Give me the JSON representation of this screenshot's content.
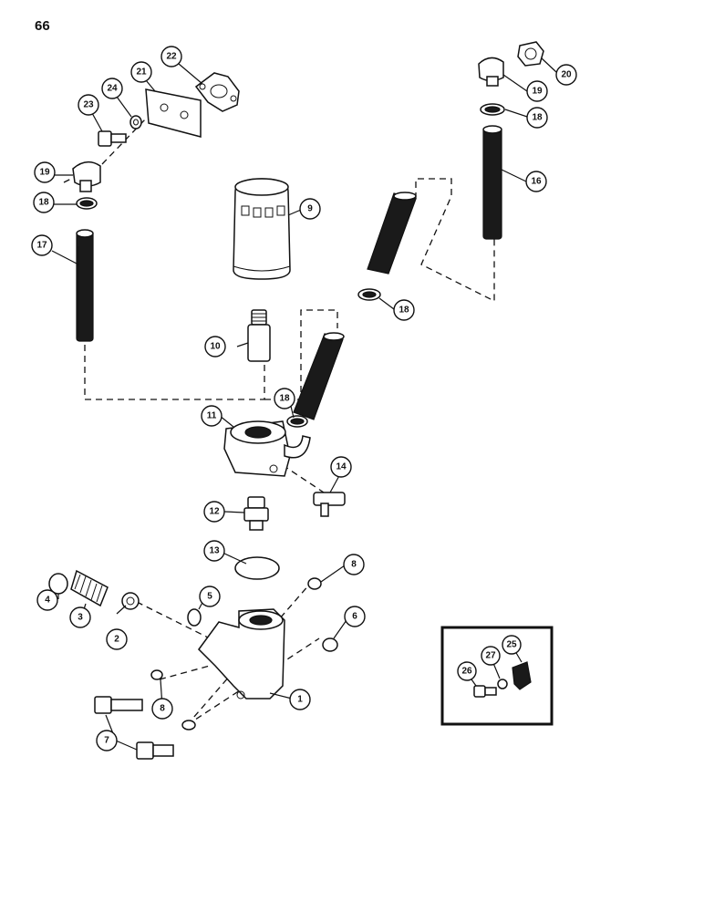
{
  "page_number": "66",
  "callouts": [
    {
      "id": "c22",
      "label": "22"
    },
    {
      "id": "c21",
      "label": "21"
    },
    {
      "id": "c24",
      "label": "24"
    },
    {
      "id": "c23",
      "label": "23"
    },
    {
      "id": "c19a",
      "label": "19"
    },
    {
      "id": "c18a",
      "label": "18"
    },
    {
      "id": "c17",
      "label": "17"
    },
    {
      "id": "c9",
      "label": "9"
    },
    {
      "id": "c20",
      "label": "20"
    },
    {
      "id": "c19b",
      "label": "19"
    },
    {
      "id": "c18b",
      "label": "18"
    },
    {
      "id": "c16",
      "label": "16"
    },
    {
      "id": "c18c",
      "label": "18"
    },
    {
      "id": "c10",
      "label": "10"
    },
    {
      "id": "c18d",
      "label": "18"
    },
    {
      "id": "c11",
      "label": "11"
    },
    {
      "id": "c14",
      "label": "14"
    },
    {
      "id": "c12",
      "label": "12"
    },
    {
      "id": "c13",
      "label": "13"
    },
    {
      "id": "c8a",
      "label": "8"
    },
    {
      "id": "c6",
      "label": "6"
    },
    {
      "id": "c4",
      "label": "4"
    },
    {
      "id": "c3",
      "label": "3"
    },
    {
      "id": "c2",
      "label": "2"
    },
    {
      "id": "c5",
      "label": "5"
    },
    {
      "id": "c1",
      "label": "1"
    },
    {
      "id": "c8b",
      "label": "8"
    },
    {
      "id": "c7",
      "label": "7"
    },
    {
      "id": "c25",
      "label": "25"
    },
    {
      "id": "c26",
      "label": "26"
    },
    {
      "id": "c27",
      "label": "27"
    }
  ]
}
